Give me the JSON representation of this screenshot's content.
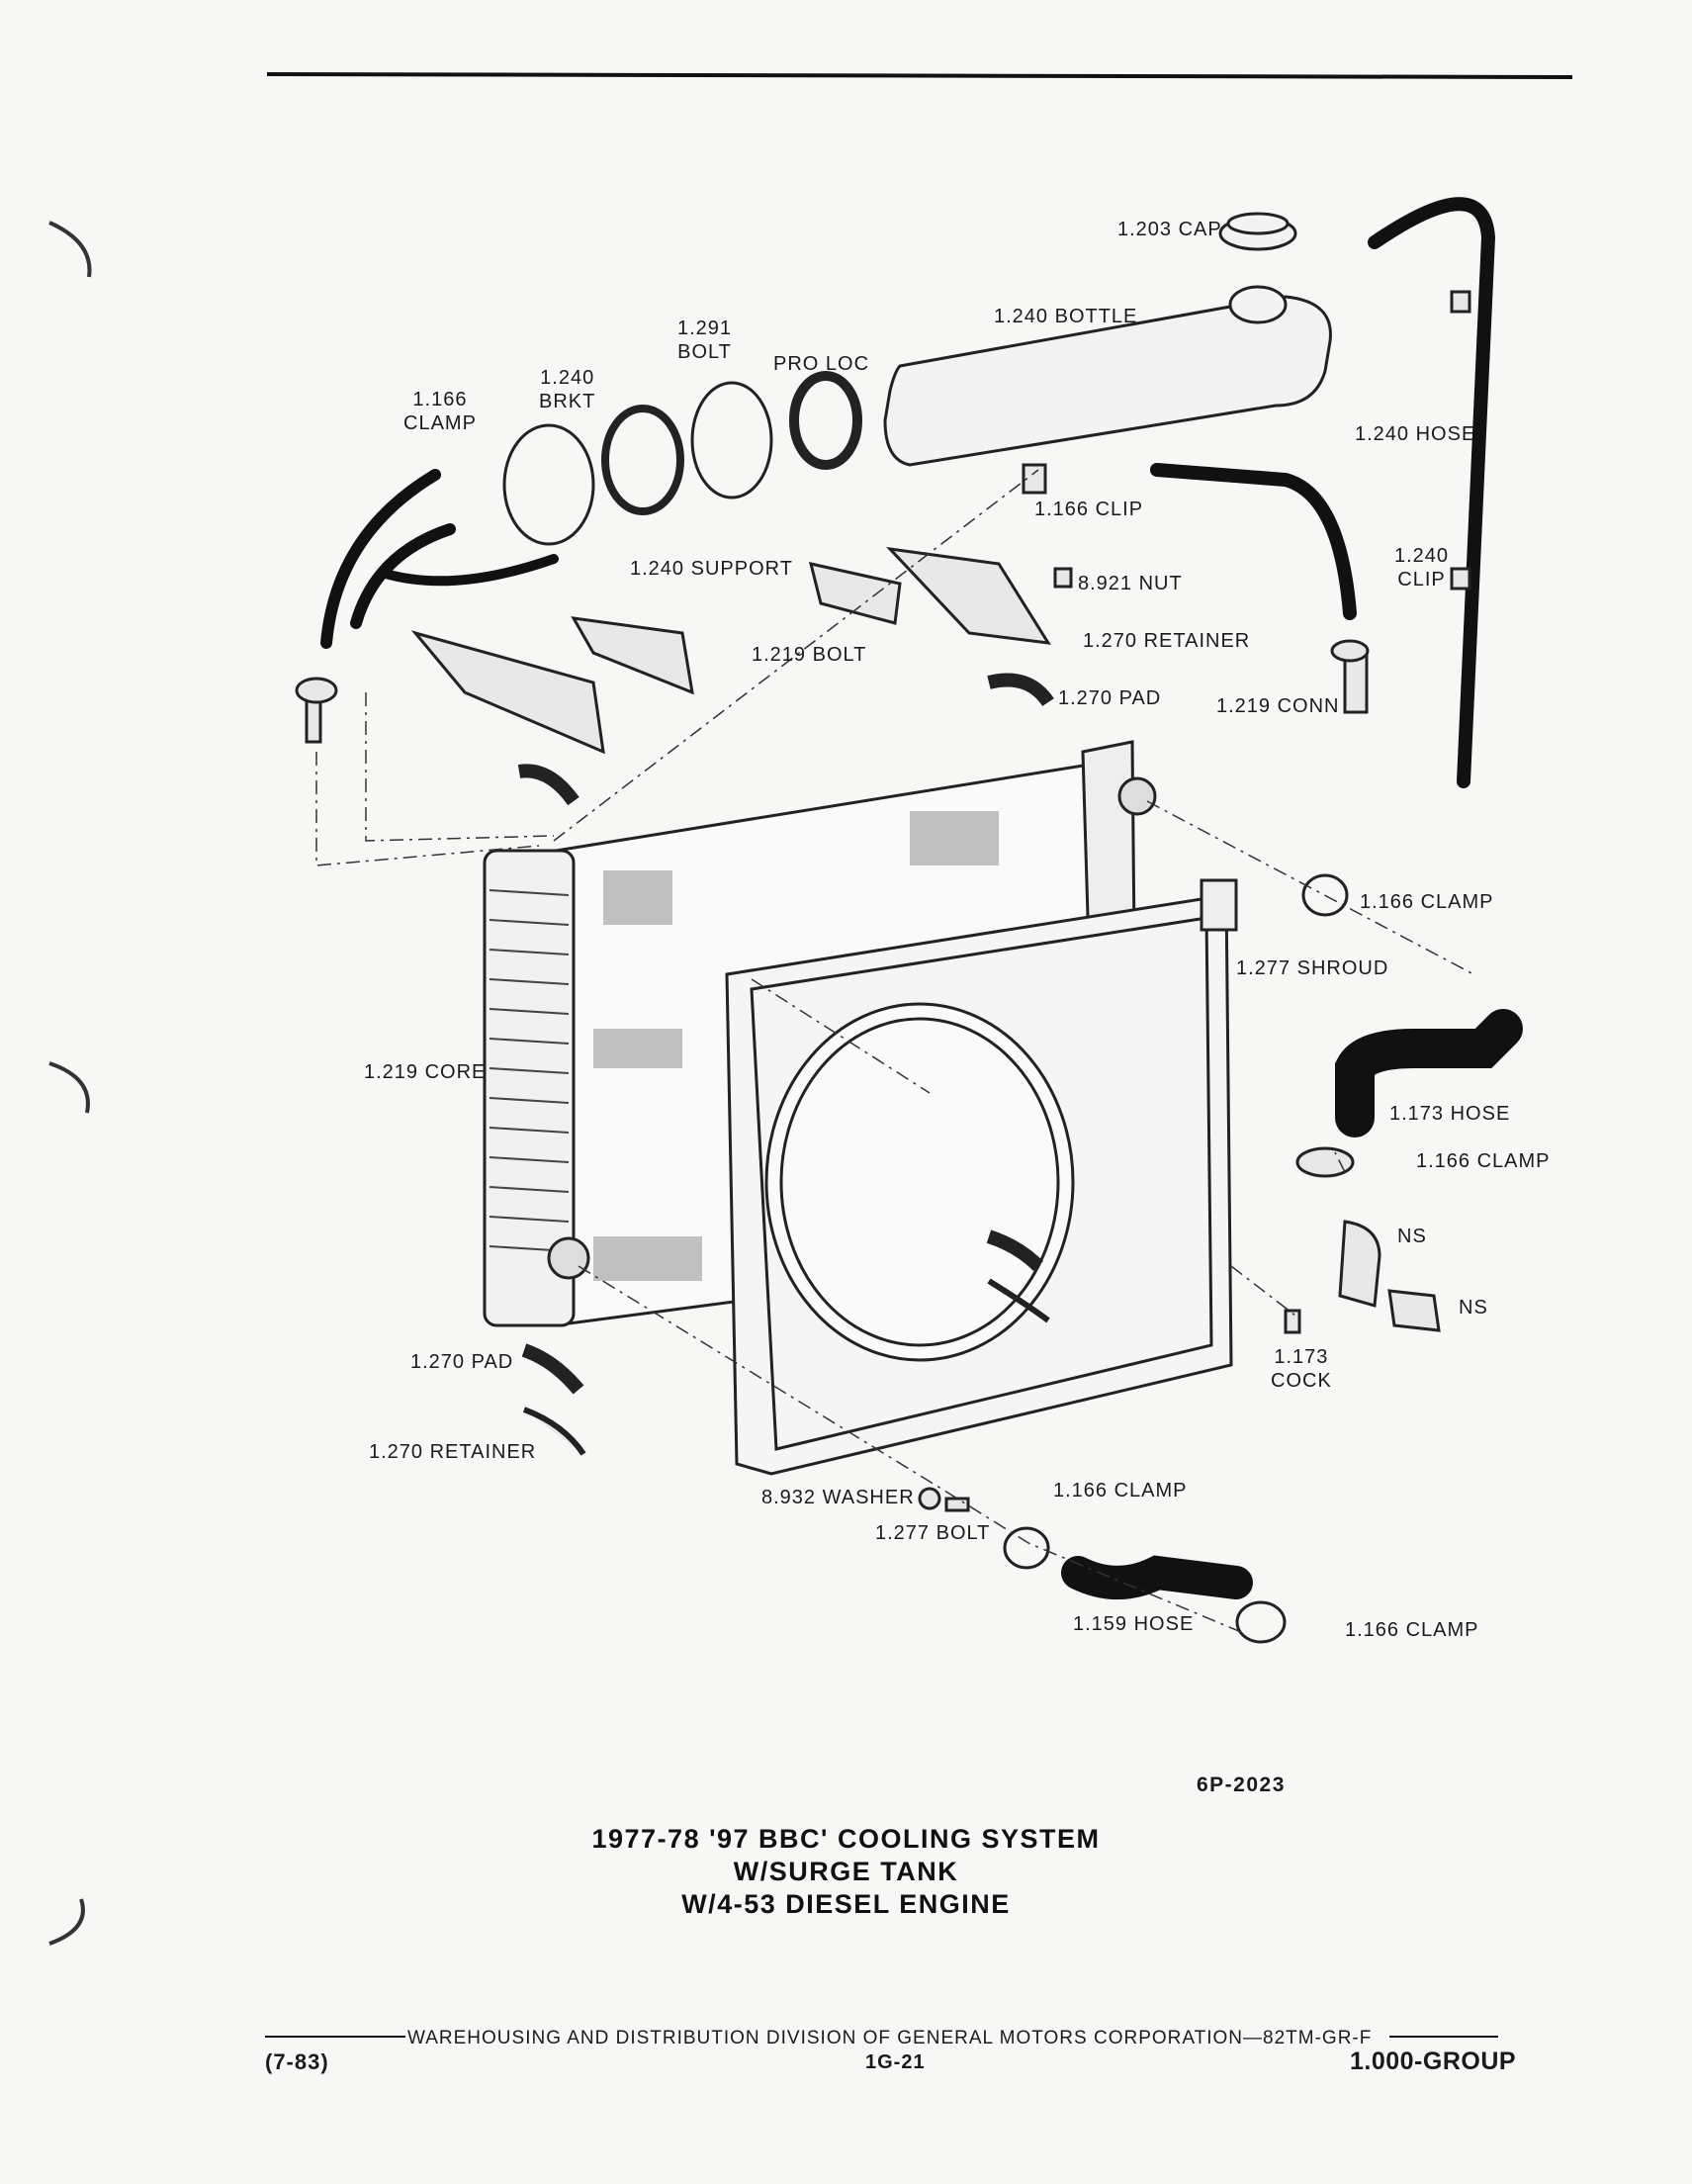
{
  "labels": {
    "cap": "1.203 CAP",
    "bottle": "1.240 BOTTLE",
    "bolt_1291": "1.291\nBOLT",
    "pro_loc": "PRO LOC",
    "brkt": "1.240\nBRKT",
    "clamp_top_left": "1.166\nCLAMP",
    "hose_right": "1.240 HOSE",
    "clip_1166": "1.166 CLIP",
    "clip_1240": "1.240\nCLIP",
    "support": "1.240 SUPPORT",
    "nut": "8.921 NUT",
    "retainer_top": "1.270 RETAINER",
    "bolt_1219": "1.219 BOLT",
    "pad_top": "1.270 PAD",
    "conn": "1.219 CONN",
    "clamp_upper_right": "1.166 CLAMP",
    "shroud": "1.277 SHROUD",
    "core": "1.219 CORE",
    "hose_1173": "1.173 HOSE",
    "clamp_mid_right": "1.166 CLAMP",
    "ns_1": "NS",
    "ns_2": "NS",
    "cock": "1.173\nCOCK",
    "pad_bottom": "1.270 PAD",
    "retainer_bottom": "1.270 RETAINER",
    "washer": "8.932 WASHER",
    "clamp_lower": "1.166 CLAMP",
    "bolt_1277": "1.277 BOLT",
    "hose_1159": "1.159 HOSE",
    "clamp_bottom_right": "1.166 CLAMP"
  },
  "figure_number": "6P-2023",
  "caption": {
    "line1": "1977-78 '97 BBC' COOLING SYSTEM",
    "line2": "W/SURGE TANK",
    "line3": "W/4-53 DIESEL ENGINE"
  },
  "footer": {
    "publisher": "WAREHOUSING AND DISTRIBUTION  DIVISION OF GENERAL MOTORS CORPORATION—82TM-GR-F",
    "date": "(7-83)",
    "page": "1G-21",
    "group": "1.000-GROUP"
  }
}
